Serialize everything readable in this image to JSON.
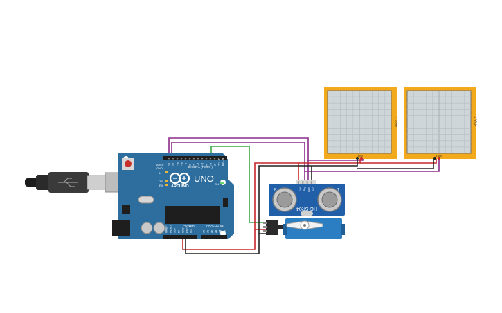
{
  "arduino": {
    "model": "UNO",
    "brand": "ARDUINO",
    "digital_label": "DIGITAL (PWM~)",
    "power_label": "POWER",
    "analog_label": "ANALOG IN",
    "tx_label": "TX",
    "rx_label": "RX",
    "l_label": "L",
    "on_label": "ON",
    "aref_label": "AREF",
    "gnd_label": "GND",
    "digital_pins": [
      "13",
      "12",
      "~11",
      "~10",
      "~9",
      "8",
      "7",
      "~6",
      "~5",
      "4",
      "~3",
      "2",
      "TX→1",
      "RX←0"
    ],
    "power_pins": [
      "IOREF",
      "RESET",
      "3.3V",
      "5V",
      "GND",
      "GND",
      "Vin"
    ],
    "analog_pins": [
      "A0",
      "A1",
      "A2",
      "A3",
      "A4",
      "A5"
    ]
  },
  "sensor": {
    "model": "HC-SR04",
    "pin_labels": [
      "Vcc",
      "Trig",
      "Echo",
      "Gnd"
    ],
    "left_mark": "R",
    "right_mark": "T"
  },
  "oscilloscopes": [
    {
      "side_label": "1 V/div",
      "bottom_label": "Time"
    },
    {
      "side_label": "1 V/div",
      "bottom_label": "Time"
    }
  ],
  "colors": {
    "board": "#2d6e9e",
    "scope_frame": "#f2a91c",
    "scope_screen": "#cfd6da",
    "sensor": "#2160a8",
    "servo": "#2b7ec2",
    "wire_purple": "#8b2c8b",
    "wire_green": "#3fa645",
    "wire_red": "#c8262b",
    "wire_black": "#222222"
  }
}
